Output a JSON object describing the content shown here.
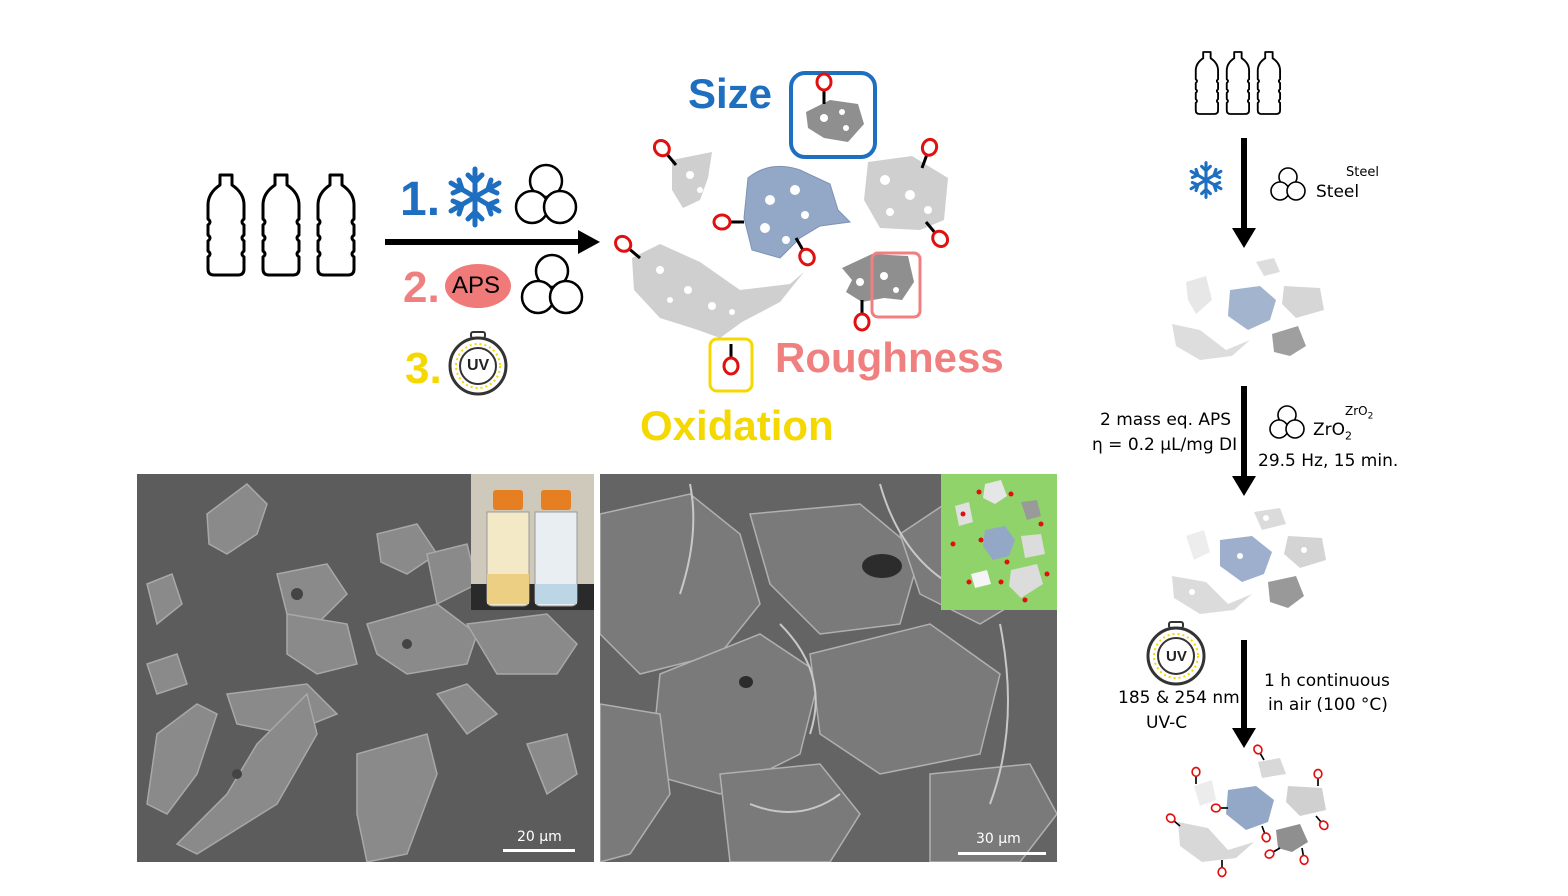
{
  "steps": {
    "step1": "1.",
    "step2": "2.",
    "step3": "3.",
    "aps_chip": "APS",
    "uv_text": "UV"
  },
  "properties": {
    "size": "Size",
    "roughness": "Roughness",
    "oxidation": "Oxidation"
  },
  "side_panel": {
    "steel_super": "Steel",
    "steel": "Steel",
    "aps_line1": "2 mass eq. APS",
    "aps_line2": "η = 0.2 µL/mg DI",
    "zro2_super": "ZrO",
    "zro2_super_sub": "2",
    "zro2": "ZrO",
    "zro2_sub": "2",
    "freq": "29.5 Hz, 15 min.",
    "uv_wavelengths": "185 & 254 nm",
    "uv_c": "UV-C",
    "uv_time": "1 h continuous",
    "uv_cond": "in air (100 °C)",
    "uv_icon_text": "UV"
  },
  "micrographs": [
    {
      "scale": "20 µm"
    },
    {
      "scale": "30 µm"
    }
  ],
  "colors": {
    "blue": "#1f6fc0",
    "salmon": "#f08080",
    "yellow": "#f5d800",
    "arrow": "#000000",
    "oxygen": "#e01010",
    "particle_grey": "#c8c8c8",
    "particle_blue": "#93a7c7",
    "inset_green": "#8fd36a"
  }
}
